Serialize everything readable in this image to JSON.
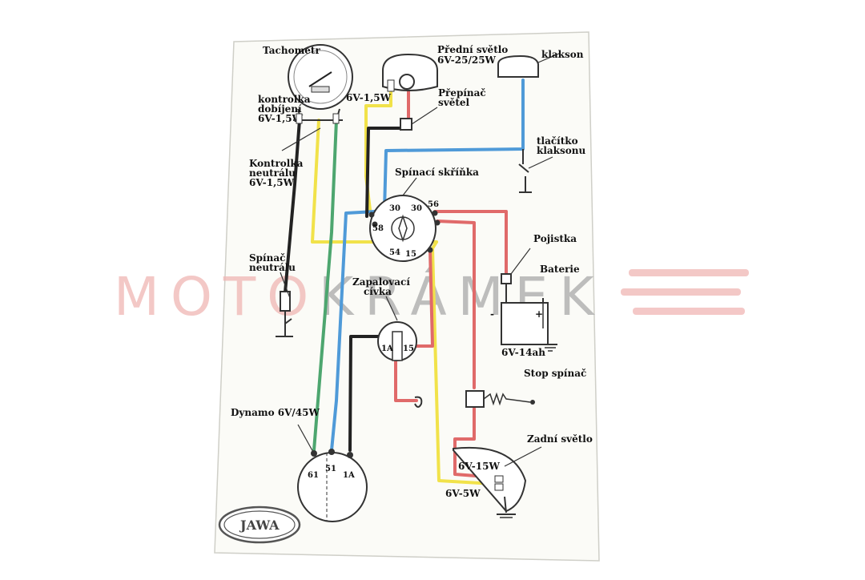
{
  "labels": {
    "tachometr": "Tachometr",
    "predni_svetlo": "Přední světlo",
    "predni_svetlo_spec": "6V-25/25W",
    "klakson": "klakson",
    "tach_bulb": "6V-1,5W",
    "kontrolka_dobijeni_1": "kontrolka",
    "kontrolka_dobijeni_2": "dobíjení",
    "kontrolka_dobijeni_3": "6V-1,5W",
    "prepinac_1": "Přepínač",
    "prepinac_2": "světel",
    "tlacitko_1": "tlačítko",
    "tlacitko_2": "klaksonu",
    "kontrolka_neutralu_1": "Kontrolka",
    "kontrolka_neutralu_2": "neutrálu",
    "kontrolka_neutralu_3": "6V-1,5W",
    "spinaci_skrinka": "Spínací skříňka",
    "t30a": "30",
    "t30b": "30",
    "t56": "56",
    "t58": "58",
    "t54": "54",
    "t15": "15",
    "pojistka": "Pojistka",
    "baterie": "Baterie",
    "baterie_spec": "6V-14ah",
    "minus": "-",
    "plus": "+",
    "spinac_neutralu_1": "Spínač",
    "spinac_neutralu_2": "neutrálu",
    "zapalovaci_1": "Zapalovací",
    "zapalovaci_2": "cívka",
    "coil_1a": "1A",
    "coil_15": "15",
    "stop_spinac": "Stop spínač",
    "dynamo": "Dynamo 6V/45W",
    "d61": "61",
    "d51": "51",
    "d1a": "1A",
    "zadni_svetlo": "Zadní světlo",
    "zadni_spec1": "6V-15W",
    "zadni_spec2": "6V-5W",
    "jawa": "JAWA",
    "watermark_moto": "MOTO",
    "watermark_kramek": "KRÁMEK"
  },
  "colors": {
    "yellow": "#f1e24a",
    "green": "#4da66f",
    "blue": "#4f9ad8",
    "red": "#e06a6a",
    "black": "#222222",
    "wm_red": "#f0b6b4",
    "wm_gray": "#a9a9a9"
  },
  "icons": {
    "tachometer": "tachometer-icon",
    "headlight": "headlight-icon",
    "horn": "horn-icon",
    "ignition": "ignition-switch-icon",
    "battery": "battery-icon",
    "coil": "ignition-coil-icon",
    "dynamo": "dynamo-icon",
    "taillight": "taillight-icon",
    "logo": "jawa-logo"
  }
}
